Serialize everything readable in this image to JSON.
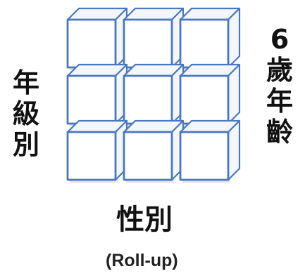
{
  "labels": {
    "left": [
      "年",
      "級",
      "別"
    ],
    "right": [
      "6",
      "歲",
      "年",
      "齡"
    ],
    "bottom": "性別",
    "caption": "(Roll-up)"
  },
  "colors": {
    "edge": "#4a78c0",
    "face": "#ffffff",
    "side": "#f3f6fb",
    "shadow": "#8a8f96"
  }
}
